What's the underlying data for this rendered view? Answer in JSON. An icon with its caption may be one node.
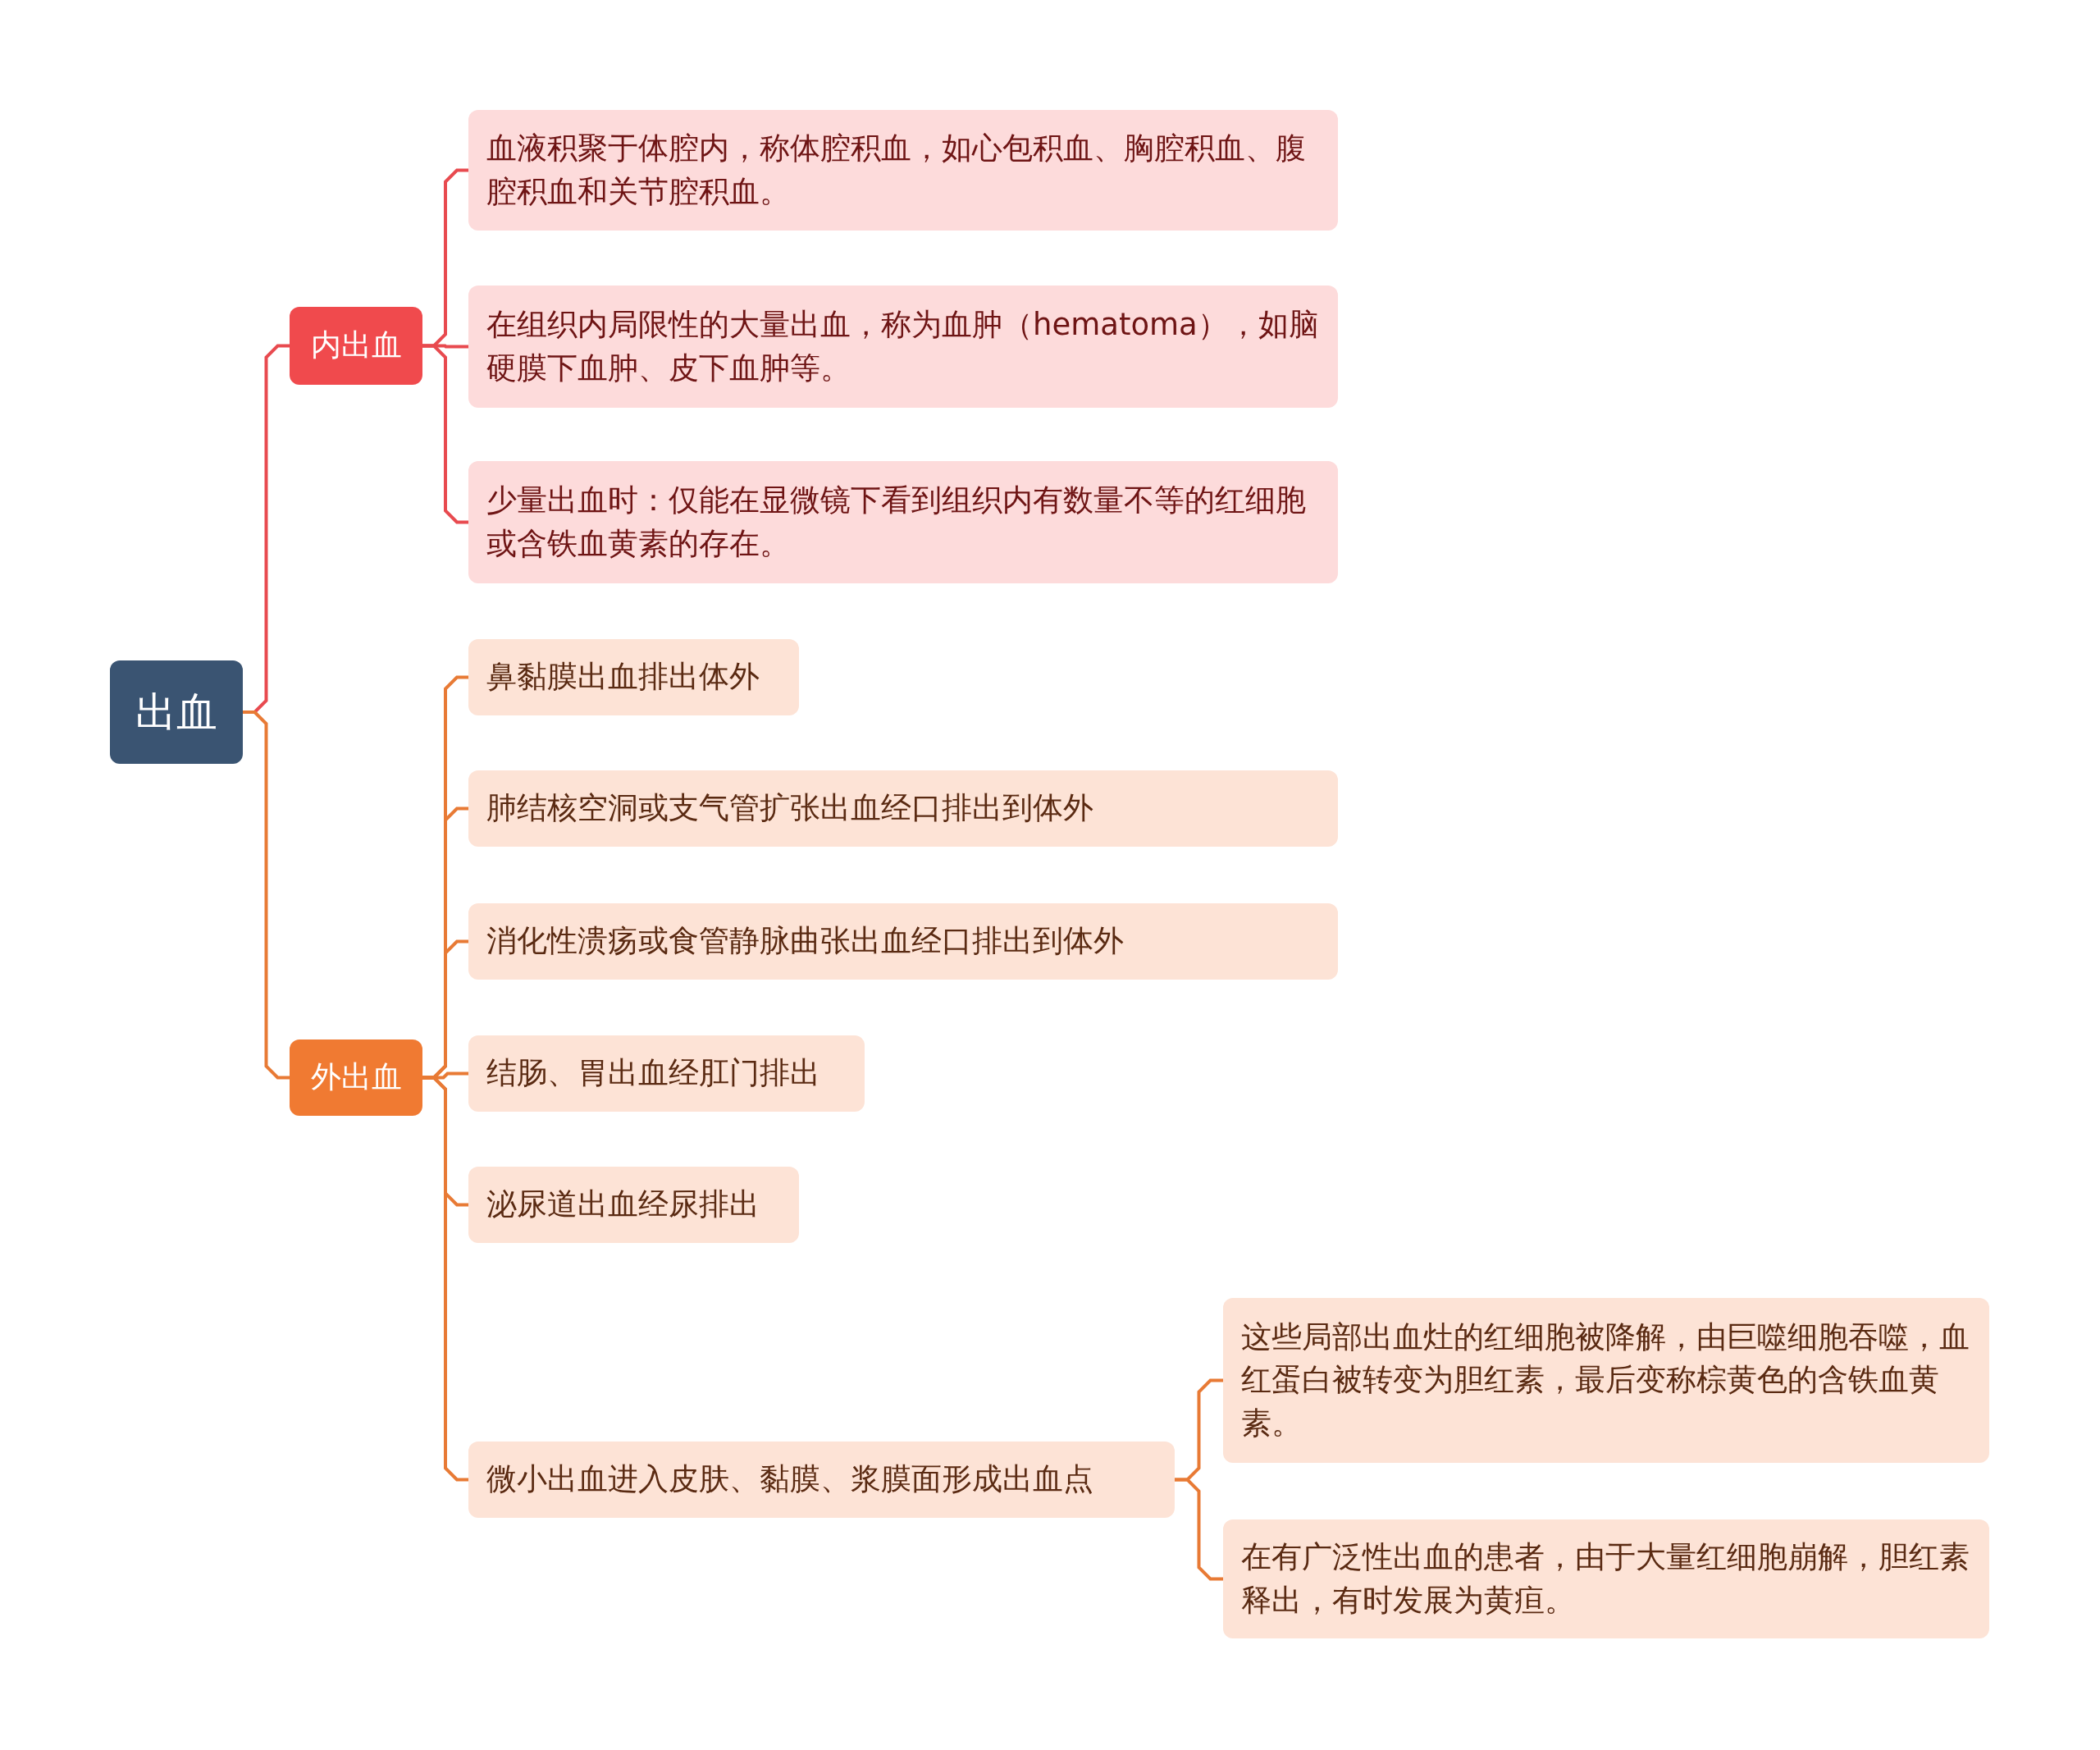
{
  "diagram": {
    "nodes": [
      {
        "text": [
          "出血"
        ]
      },
      {
        "text": [
          "内出血"
        ]
      },
      {
        "text": [
          "血液积聚于体腔内，称体腔积血，如心包积血、胸腔积血、腹腔积血和关节腔积血。"
        ]
      },
      {
        "text": [
          "在组织内局限性的大量出血，称为血肿（hematoma），如脑硬膜下血肿、皮下血肿等。"
        ]
      },
      {
        "text": [
          "少量出血时：仅能在显微镜下看到组织内有数量不等的红细胞或含铁血黄素的存在。"
        ]
      },
      {
        "text": [
          "外出血"
        ]
      },
      {
        "text": [
          "鼻黏膜出血排出体外"
        ]
      },
      {
        "text": [
          "肺结核空洞或支气管扩张出血经口排出到体外"
        ]
      },
      {
        "text": [
          "消化性溃疡或食管静脉曲张出血经口排出到体外"
        ]
      },
      {
        "text": [
          "结肠、胃出血经肛门排出"
        ]
      },
      {
        "text": [
          "泌尿道出血经尿排出"
        ]
      },
      {
        "text": [
          "微小出血进入皮肤、黏膜、浆膜面形成出血点"
        ]
      },
      {
        "text": [
          "这些局部出血灶的红细胞被降解，由巨噬细胞吞噬，血红蛋白被转变为胆红素，最后变称棕黄色的含铁血黄素。"
        ]
      },
      {
        "text": [
          "在有广泛性出血的患者，由于大量红细胞崩解，胆红素释出，有时发展为黄疸。"
        ]
      }
    ],
    "edges": [
      {
        "from": 0,
        "to": 1,
        "arrow": "none",
        "color": "#e84a4f"
      },
      {
        "from": 1,
        "to": 2,
        "arrow": "none",
        "color": "#e84a4f"
      },
      {
        "from": 1,
        "to": 3,
        "arrow": "none",
        "color": "#e84a4f"
      },
      {
        "from": 1,
        "to": 4,
        "arrow": "none",
        "color": "#e84a4f"
      },
      {
        "from": 0,
        "to": 5,
        "arrow": "none"
      },
      {
        "from": 5,
        "to": 6,
        "arrow": "none"
      },
      {
        "from": 5,
        "to": 7,
        "arrow": "none"
      },
      {
        "from": 5,
        "to": 8,
        "arrow": "none"
      },
      {
        "from": 5,
        "to": 9,
        "arrow": "none"
      },
      {
        "from": 5,
        "to": 10,
        "arrow": "none"
      },
      {
        "from": 5,
        "to": 11,
        "arrow": "none"
      },
      {
        "from": 11,
        "to": 12,
        "arrow": "none"
      },
      {
        "from": 11,
        "to": 13,
        "arrow": "none"
      }
    ]
  }
}
